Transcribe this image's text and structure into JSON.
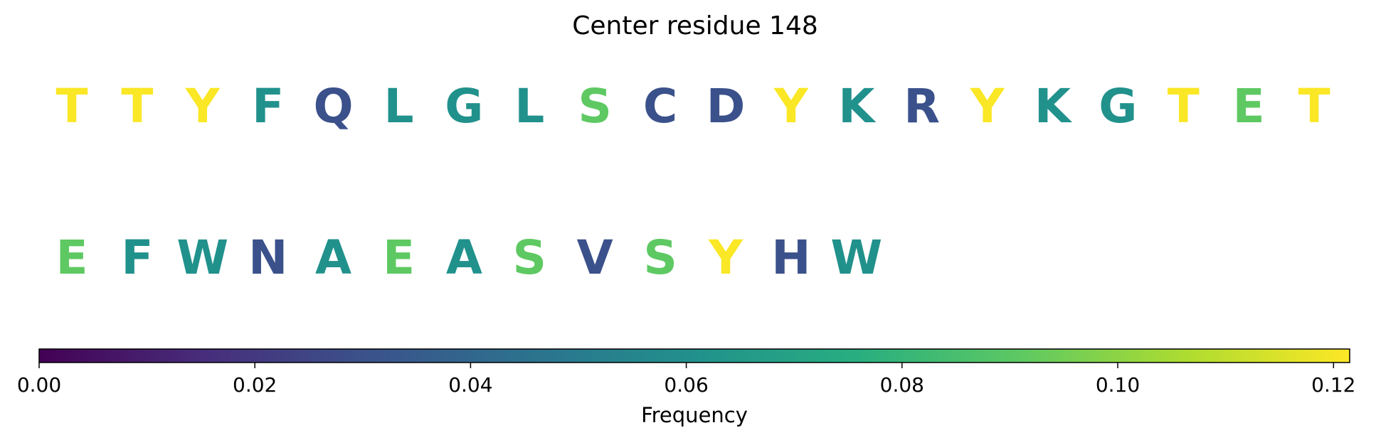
{
  "chart_data": {
    "type": "sequence-colormap",
    "title": "Center residue 148",
    "colorbar": {
      "label": "Frequency",
      "range": [
        0,
        0.1215
      ],
      "ticks": [
        "0.00",
        "0.02",
        "0.04",
        "0.06",
        "0.08",
        "0.10",
        "0.12"
      ],
      "colormap": "viridis"
    },
    "rows": [
      [
        {
          "residue": "T",
          "value": 0.121
        },
        {
          "residue": "T",
          "value": 0.121
        },
        {
          "residue": "Y",
          "value": 0.121
        },
        {
          "residue": "F",
          "value": 0.061
        },
        {
          "residue": "Q",
          "value": 0.03
        },
        {
          "residue": "L",
          "value": 0.061
        },
        {
          "residue": "G",
          "value": 0.061
        },
        {
          "residue": "L",
          "value": 0.061
        },
        {
          "residue": "S",
          "value": 0.091
        },
        {
          "residue": "C",
          "value": 0.03
        },
        {
          "residue": "D",
          "value": 0.03
        },
        {
          "residue": "Y",
          "value": 0.121
        },
        {
          "residue": "K",
          "value": 0.061
        },
        {
          "residue": "R",
          "value": 0.03
        },
        {
          "residue": "Y",
          "value": 0.121
        },
        {
          "residue": "K",
          "value": 0.061
        },
        {
          "residue": "G",
          "value": 0.061
        },
        {
          "residue": "T",
          "value": 0.121
        },
        {
          "residue": "E",
          "value": 0.091
        },
        {
          "residue": "T",
          "value": 0.121
        }
      ],
      [
        {
          "residue": "E",
          "value": 0.091
        },
        {
          "residue": "F",
          "value": 0.061
        },
        {
          "residue": "W",
          "value": 0.061
        },
        {
          "residue": "N",
          "value": 0.03
        },
        {
          "residue": "A",
          "value": 0.061
        },
        {
          "residue": "E",
          "value": 0.091
        },
        {
          "residue": "A",
          "value": 0.061
        },
        {
          "residue": "S",
          "value": 0.091
        },
        {
          "residue": "V",
          "value": 0.03
        },
        {
          "residue": "S",
          "value": 0.091
        },
        {
          "residue": "Y",
          "value": 0.121
        },
        {
          "residue": "H",
          "value": 0.03
        },
        {
          "residue": "W",
          "value": 0.061
        }
      ]
    ]
  }
}
